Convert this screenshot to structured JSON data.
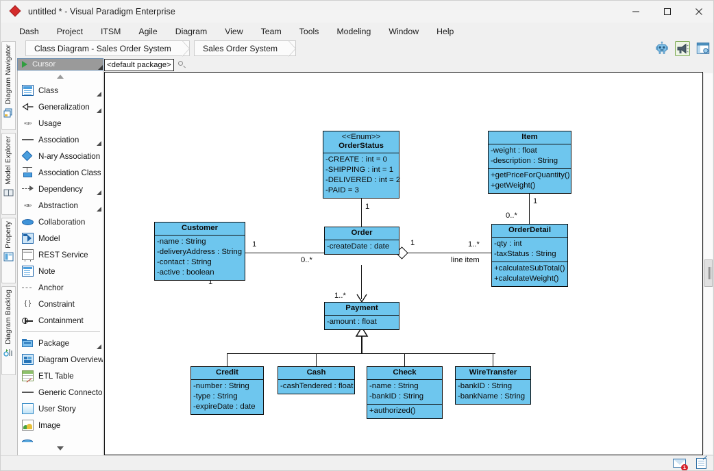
{
  "window": {
    "title": "untitled * - Visual Paradigm Enterprise",
    "logo_icon": "vp-diamond-logo-icon",
    "minimize": "—",
    "maximize": "☐",
    "close": "✕"
  },
  "menubar": {
    "items": [
      {
        "label": "Dash"
      },
      {
        "label": "Project"
      },
      {
        "label": "ITSM"
      },
      {
        "label": "Agile"
      },
      {
        "label": "Diagram"
      },
      {
        "label": "View"
      },
      {
        "label": "Team"
      },
      {
        "label": "Tools"
      },
      {
        "label": "Modeling"
      },
      {
        "label": "Window"
      },
      {
        "label": "Help"
      }
    ]
  },
  "vertical_dock": {
    "tabs": [
      {
        "label": "Diagram Navigator",
        "icon": "diagram-navigator-icon"
      },
      {
        "label": "Model Explorer",
        "icon": "model-explorer-icon"
      },
      {
        "label": "Property",
        "icon": "property-icon"
      },
      {
        "label": "Diagram Backlog",
        "icon": "diagram-backlog-icon"
      }
    ]
  },
  "breadcrumb": {
    "items": [
      {
        "label": "Class Diagram - Sales Order System"
      },
      {
        "label": "Sales Order System"
      }
    ],
    "toolbar_icons": [
      {
        "name": "robot-assistant-icon",
        "framed": false
      },
      {
        "name": "megaphone-announcement-icon",
        "framed": true
      },
      {
        "name": "window-layout-icon",
        "framed": false
      }
    ]
  },
  "palette": {
    "cursor": {
      "label": "Cursor",
      "icon": "cursor-arrow-icon"
    },
    "scroll_up_icon": "caret-up-icon",
    "scroll_down_icon": "caret-down-icon",
    "items": [
      {
        "label": "Class",
        "icon": "class-icon",
        "has_submenu": true
      },
      {
        "label": "Generalization",
        "icon": "generalization-icon",
        "has_submenu": true
      },
      {
        "label": "Usage",
        "icon": "usage-icon",
        "has_submenu": false
      },
      {
        "label": "Association",
        "icon": "association-icon",
        "has_submenu": true
      },
      {
        "label": "N-ary Association",
        "icon": "n-ary-association-icon",
        "has_submenu": false
      },
      {
        "label": "Association Class",
        "icon": "association-class-icon",
        "has_submenu": false
      },
      {
        "label": "Dependency",
        "icon": "dependency-icon",
        "has_submenu": true
      },
      {
        "label": "Abstraction",
        "icon": "abstraction-icon",
        "has_submenu": true
      },
      {
        "label": "Collaboration",
        "icon": "collaboration-icon",
        "has_submenu": false
      },
      {
        "label": "Model",
        "icon": "model-icon",
        "has_submenu": false
      },
      {
        "label": "REST Service",
        "icon": "rest-service-icon",
        "has_submenu": false
      },
      {
        "label": "Note",
        "icon": "note-icon",
        "has_submenu": false
      },
      {
        "label": "Anchor",
        "icon": "anchor-icon",
        "has_submenu": false
      },
      {
        "label": "Constraint",
        "icon": "constraint-icon",
        "has_submenu": false
      },
      {
        "label": "Containment",
        "icon": "containment-icon",
        "has_submenu": false
      },
      {
        "label": "Package",
        "icon": "package-icon",
        "has_submenu": true
      },
      {
        "label": "Diagram Overview",
        "icon": "diagram-overview-icon",
        "has_submenu": false
      },
      {
        "label": "ETL Table",
        "icon": "etl-table-icon",
        "has_submenu": false
      },
      {
        "label": "Generic Connector",
        "icon": "generic-connector-icon",
        "has_submenu": false
      },
      {
        "label": "User Story",
        "icon": "user-story-icon",
        "has_submenu": false
      },
      {
        "label": "Image",
        "icon": "image-icon",
        "has_submenu": false
      }
    ]
  },
  "canvas": {
    "package_chip": "<default package>",
    "search_icon": "search-icon",
    "scrollbar": "vertical-scrollbar"
  },
  "diagram": {
    "title": "Class Diagram - Sales Order System",
    "classes": [
      {
        "id": "orderstatus",
        "stereotype": "<<Enum>>",
        "name": "OrderStatus",
        "attributes": [
          "-CREATE : int = 0",
          "-SHIPPING : int = 1",
          "-DELIVERED : int = 2",
          "-PAID = 3"
        ],
        "operations": []
      },
      {
        "id": "item",
        "stereotype": "",
        "name": "Item",
        "attributes": [
          "-weight : float",
          "-description : String"
        ],
        "operations": [
          "+getPriceForQuantity()",
          "+getWeight()"
        ]
      },
      {
        "id": "customer",
        "stereotype": "",
        "name": "Customer",
        "attributes": [
          "-name : String",
          "-deliveryAddress : String",
          "-contact : String",
          "-active : boolean"
        ],
        "operations": []
      },
      {
        "id": "order",
        "stereotype": "",
        "name": "Order",
        "attributes": [
          "-createDate : date"
        ],
        "operations": []
      },
      {
        "id": "orderdetail",
        "stereotype": "",
        "name": "OrderDetail",
        "attributes": [
          "-qty : int",
          "-taxStatus : String"
        ],
        "operations": [
          "+calculateSubTotal()",
          "+calculateWeight()"
        ]
      },
      {
        "id": "payment",
        "stereotype": "",
        "name": "Payment",
        "attributes": [
          "-amount : float"
        ],
        "operations": []
      },
      {
        "id": "credit",
        "stereotype": "",
        "name": "Credit",
        "attributes": [
          "-number : String",
          "-type : String",
          "-expireDate : date"
        ],
        "operations": []
      },
      {
        "id": "cash",
        "stereotype": "",
        "name": "Cash",
        "attributes": [
          "-cashTendered : float"
        ],
        "operations": []
      },
      {
        "id": "check",
        "stereotype": "",
        "name": "Check",
        "attributes": [
          "-name : String",
          "-bankID : String"
        ],
        "operations": [
          "+authorized()"
        ]
      },
      {
        "id": "wiretransfer",
        "stereotype": "",
        "name": "WireTransfer",
        "attributes": [
          "-bankID : String",
          "-bankName : String"
        ],
        "operations": []
      }
    ],
    "multiplicities": {
      "orderstatus_order": "1",
      "item_orderdetail_top": "1",
      "item_orderdetail_bottom": "0..*",
      "customer_right": "1",
      "customer_bottom": "1",
      "order_left": "0..*",
      "order_right": "1",
      "orderdetail_left": "1..*",
      "payment_top": "1..*"
    },
    "labels": {
      "line_item": "line item"
    },
    "colors": {
      "class_fill": "#6ec6ee",
      "class_border": "#0b0b0b",
      "canvas": "#ffffff"
    }
  },
  "statusbar": {
    "icons": [
      {
        "name": "message-envelope-icon",
        "badge": "1"
      },
      {
        "name": "edit-note-icon",
        "badge": ""
      }
    ]
  }
}
